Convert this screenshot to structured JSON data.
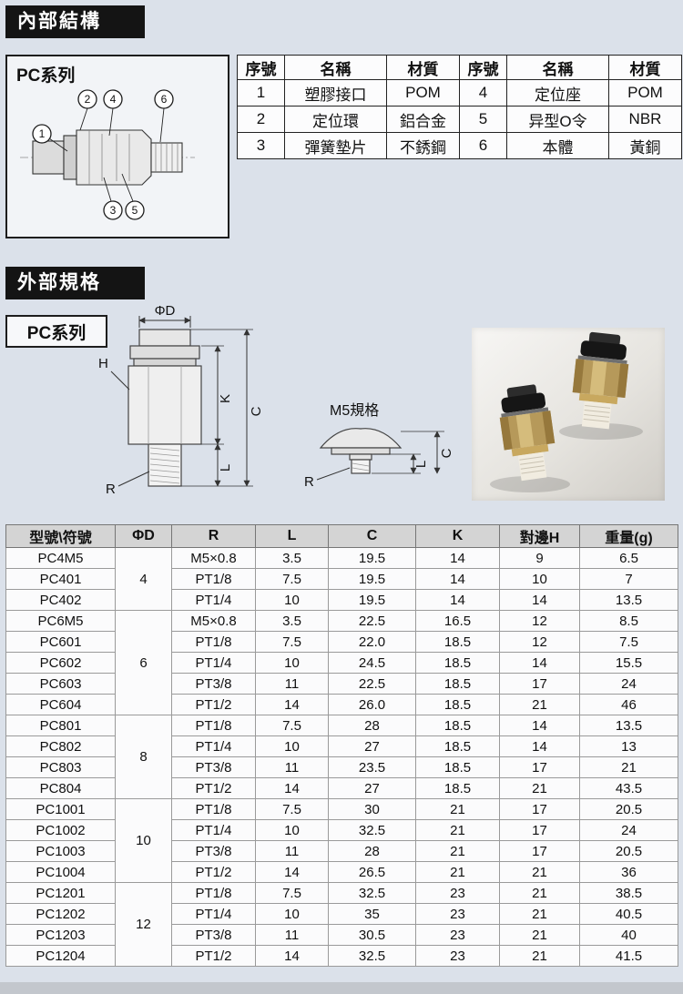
{
  "colors": {
    "page_bg": "#dbe1ea",
    "header_bar": "#141414",
    "spec_header_bg": "#d4d4d4",
    "brass": "#b6995a"
  },
  "internal": {
    "title": "內部結構",
    "series": "PC系列",
    "parts": [
      "1",
      "2",
      "3",
      "4",
      "5",
      "6"
    ],
    "materials": {
      "headers": [
        "序號",
        "名稱",
        "材質",
        "序號",
        "名稱",
        "材質"
      ],
      "rows": [
        [
          "1",
          "塑膠接口",
          "POM",
          "4",
          "定位座",
          "POM"
        ],
        [
          "2",
          "定位環",
          "鋁合金",
          "5",
          "异型O令",
          "NBR"
        ],
        [
          "3",
          "彈簧墊片",
          "不銹鋼",
          "6",
          "本體",
          "黃銅"
        ]
      ]
    }
  },
  "external": {
    "title": "外部規格",
    "series": "PC系列",
    "labels": {
      "d": "ΦD",
      "h": "H",
      "k": "K",
      "c": "C",
      "l": "L",
      "r": "R",
      "m5": "M5規格",
      "m5_r": "R",
      "m5_l": "L",
      "m5_c": "C"
    },
    "spec": {
      "headers": [
        "型號\\符號",
        "ΦD",
        "R",
        "L",
        "C",
        "K",
        "對邊H",
        "重量(g)"
      ],
      "groups": [
        {
          "d": "4",
          "rows": [
            [
              "PC4M5",
              "M5×0.8",
              "3.5",
              "19.5",
              "14",
              "9",
              "6.5"
            ],
            [
              "PC401",
              "PT1/8",
              "7.5",
              "19.5",
              "14",
              "10",
              "7"
            ],
            [
              "PC402",
              "PT1/4",
              "10",
              "19.5",
              "14",
              "14",
              "13.5"
            ]
          ]
        },
        {
          "d": "6",
          "rows": [
            [
              "PC6M5",
              "M5×0.8",
              "3.5",
              "22.5",
              "16.5",
              "12",
              "8.5"
            ],
            [
              "PC601",
              "PT1/8",
              "7.5",
              "22.0",
              "18.5",
              "12",
              "7.5"
            ],
            [
              "PC602",
              "PT1/4",
              "10",
              "24.5",
              "18.5",
              "14",
              "15.5"
            ],
            [
              "PC603",
              "PT3/8",
              "11",
              "22.5",
              "18.5",
              "17",
              "24"
            ],
            [
              "PC604",
              "PT1/2",
              "14",
              "26.0",
              "18.5",
              "21",
              "46"
            ]
          ]
        },
        {
          "d": "8",
          "rows": [
            [
              "PC801",
              "PT1/8",
              "7.5",
              "28",
              "18.5",
              "14",
              "13.5"
            ],
            [
              "PC802",
              "PT1/4",
              "10",
              "27",
              "18.5",
              "14",
              "13"
            ],
            [
              "PC803",
              "PT3/8",
              "11",
              "23.5",
              "18.5",
              "17",
              "21"
            ],
            [
              "PC804",
              "PT1/2",
              "14",
              "27",
              "18.5",
              "21",
              "43.5"
            ]
          ]
        },
        {
          "d": "10",
          "rows": [
            [
              "PC1001",
              "PT1/8",
              "7.5",
              "30",
              "21",
              "17",
              "20.5"
            ],
            [
              "PC1002",
              "PT1/4",
              "10",
              "32.5",
              "21",
              "17",
              "24"
            ],
            [
              "PC1003",
              "PT3/8",
              "11",
              "28",
              "21",
              "17",
              "20.5"
            ],
            [
              "PC1004",
              "PT1/2",
              "14",
              "26.5",
              "21",
              "21",
              "36"
            ]
          ]
        },
        {
          "d": "12",
          "rows": [
            [
              "PC1201",
              "PT1/8",
              "7.5",
              "32.5",
              "23",
              "21",
              "38.5"
            ],
            [
              "PC1202",
              "PT1/4",
              "10",
              "35",
              "23",
              "21",
              "40.5"
            ],
            [
              "PC1203",
              "PT3/8",
              "11",
              "30.5",
              "23",
              "21",
              "40"
            ],
            [
              "PC1204",
              "PT1/2",
              "14",
              "32.5",
              "23",
              "21",
              "41.5"
            ]
          ]
        }
      ]
    }
  }
}
